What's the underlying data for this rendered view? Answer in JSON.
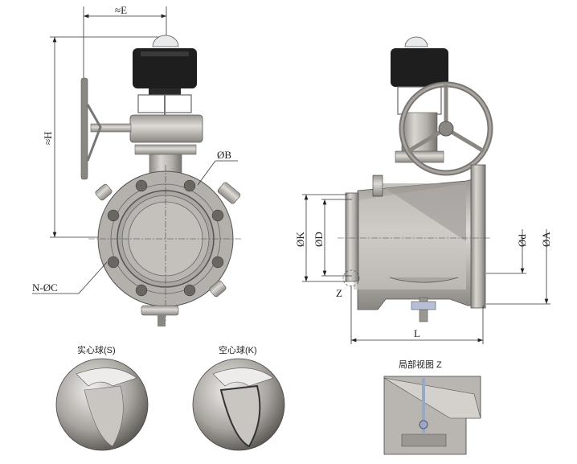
{
  "dimensions": {
    "E": "≈E",
    "H": "≈H",
    "B": "ØB",
    "C": "N-ØC",
    "K": "ØK",
    "D": "ØD",
    "d": "Ød",
    "A": "ØA",
    "L": "L",
    "Z": "Z"
  },
  "captions": {
    "solid_ball": "实心球(S)",
    "hollow_ball": "空心球(K)",
    "detail_view": "局部视图 Z"
  },
  "colors": {
    "steel": "#b8b4ae",
    "steel_dark": "#7d7975",
    "actuator": "#1e1e1e",
    "seal": "#9aa8c8"
  }
}
